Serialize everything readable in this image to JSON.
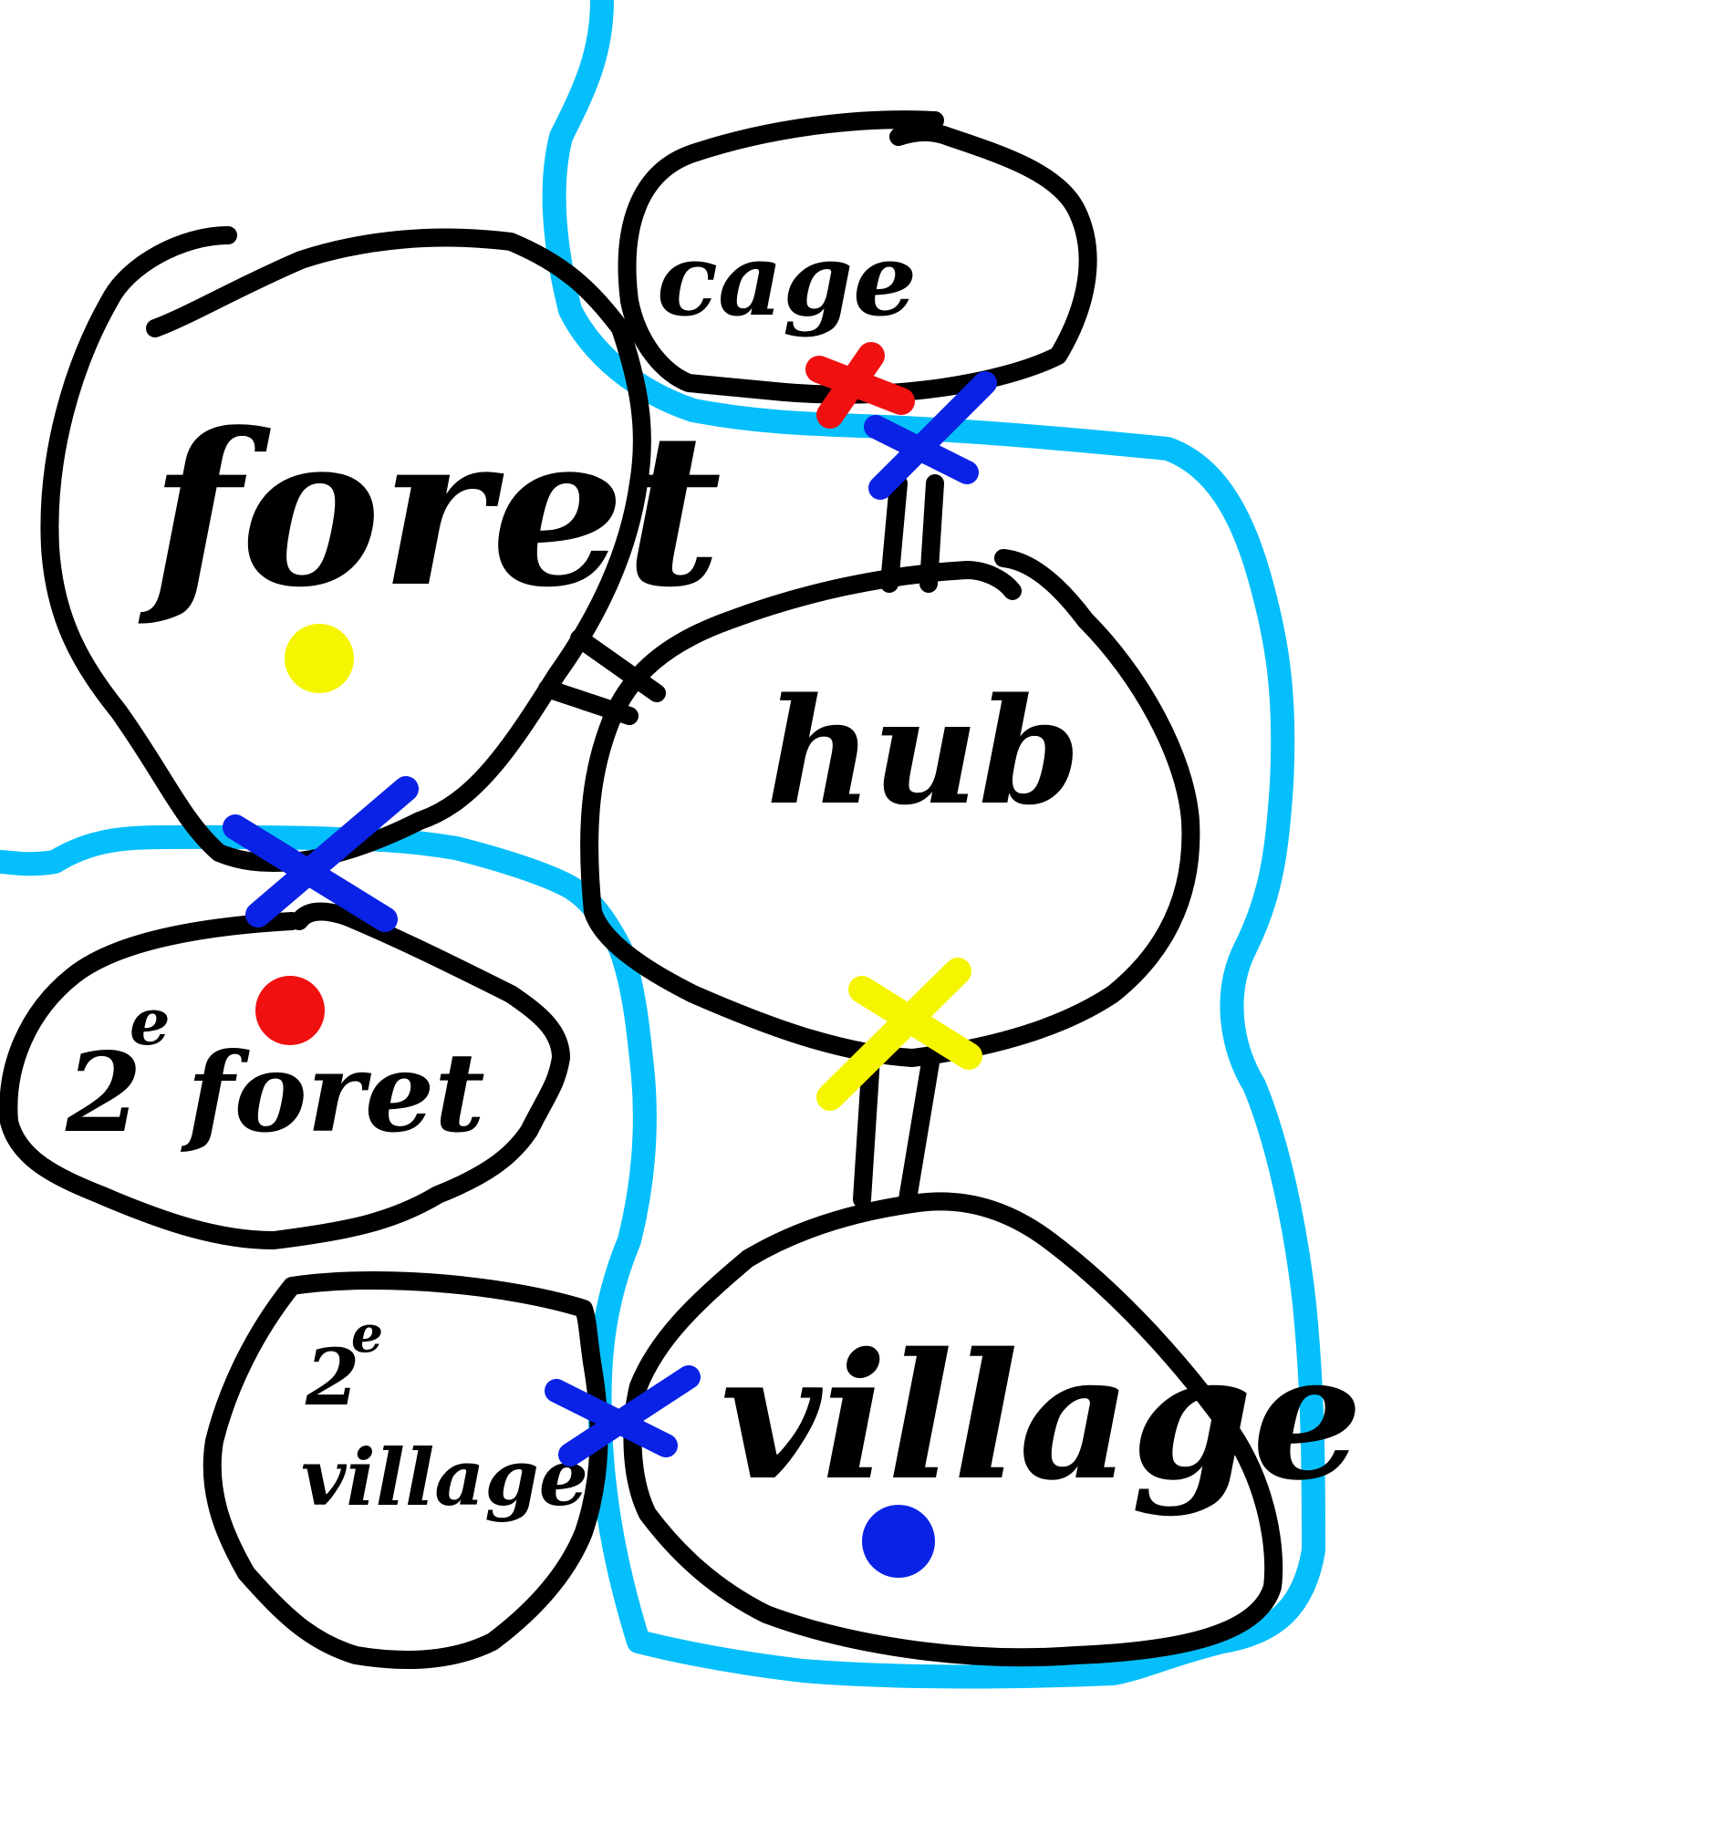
{
  "nodes": {
    "cage": {
      "label": "cage"
    },
    "forest": {
      "label": "foret"
    },
    "hub": {
      "label": "hub"
    },
    "second_forest": {
      "label": "2e foret",
      "prefix": "2",
      "sup": "e",
      "name": "foret"
    },
    "village": {
      "label": "village"
    },
    "second_village": {
      "label": "2e village",
      "prefix": "2",
      "sup": "e",
      "name": "village"
    }
  },
  "colors": {
    "outline": "#000000",
    "river": "#04BFFB",
    "blocked_mark": "#0A22E6",
    "red_mark": "#F01010",
    "yellow_mark": "#F5F500",
    "background": "#FFFFFF"
  },
  "marks": [
    {
      "type": "dot",
      "color": "yellow",
      "on": "forest"
    },
    {
      "type": "dot",
      "color": "red",
      "on": "second_forest"
    },
    {
      "type": "dot",
      "color": "blue",
      "on": "village"
    },
    {
      "type": "cross",
      "color": "red",
      "on": "cage"
    },
    {
      "type": "cross",
      "color": "blue",
      "on": "cage-hub link"
    },
    {
      "type": "cross",
      "color": "blue",
      "on": "forest-2e foret link"
    },
    {
      "type": "cross",
      "color": "yellow",
      "on": "hub-village link"
    },
    {
      "type": "cross",
      "color": "blue",
      "on": "village-2e village link"
    }
  ]
}
